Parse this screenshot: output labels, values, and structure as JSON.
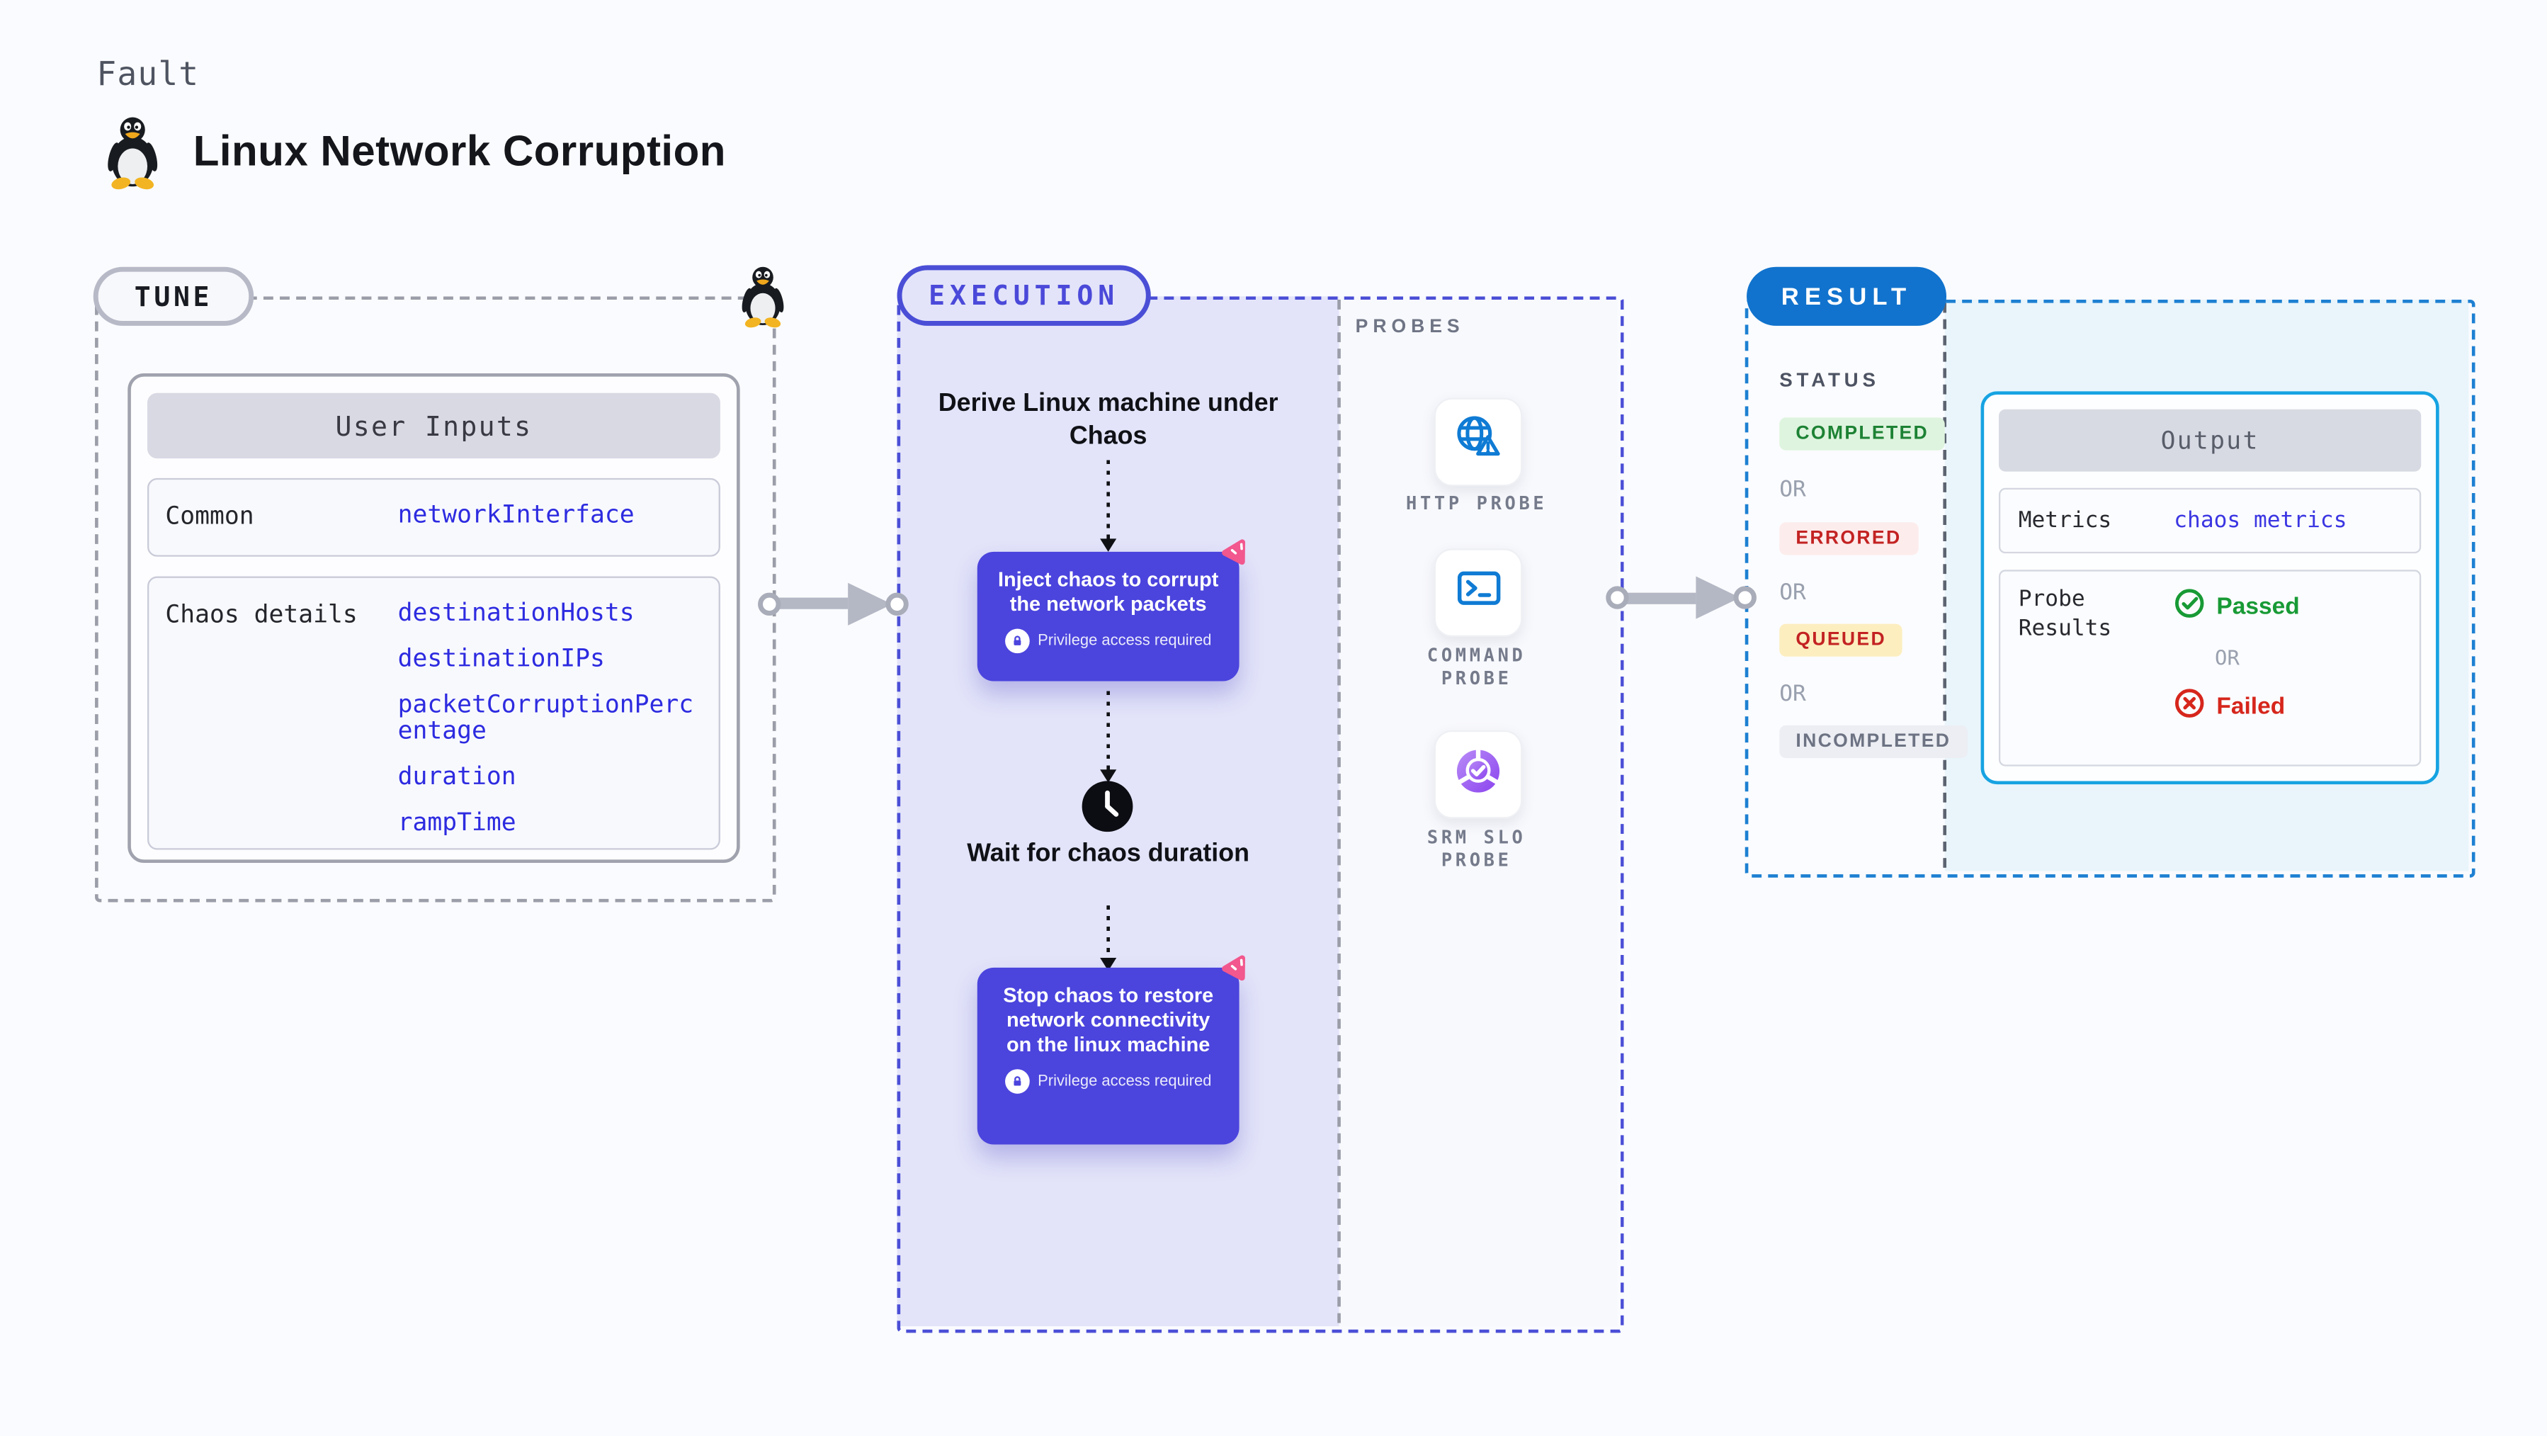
{
  "page": {
    "kicker": "Fault",
    "title": "Linux Network Corruption",
    "title_icon": "linux-tux-icon"
  },
  "colors": {
    "step_card_bg": "#4b44dd",
    "execution_accent": "#4a4ed6",
    "result_accent": "#1173cd",
    "output_border_cyan": "#16a3e2",
    "code_blue": "#2d2be0",
    "metrics_blue": "#3b36e2",
    "passed_green": "#189a35",
    "failed_red": "#d6261c",
    "pink_logo": "#f2578d"
  },
  "tune": {
    "badge": "TUNE",
    "card_title": "User Inputs",
    "rows": [
      {
        "label": "Common",
        "values": [
          "networkInterface"
        ]
      },
      {
        "label": "Chaos details",
        "values": [
          "destinationHosts",
          "destinationIPs",
          "packetCorruptionPercentage",
          "duration",
          "rampTime"
        ]
      }
    ]
  },
  "execution": {
    "badge": "EXECUTION",
    "derive_step": "Derive Linux machine under Chaos",
    "inject_step": "Inject chaos to corrupt the network packets",
    "wait_step": "Wait for chaos duration",
    "stop_step": "Stop chaos to restore network connectivity on the linux machine",
    "privilege_note": "Privilege access required"
  },
  "probes": {
    "heading": "PROBES",
    "items": [
      {
        "label": "HTTP PROBE",
        "icon": "globe-alert-icon"
      },
      {
        "label": "COMMAND PROBE",
        "icon": "terminal-icon"
      },
      {
        "label": "SRM SLO PROBE",
        "icon": "slo-pie-check-icon"
      }
    ]
  },
  "result": {
    "badge": "RESULT",
    "status_heading": "STATUS",
    "or_label": "OR",
    "statuses": [
      {
        "label": "COMPLETED",
        "fg": "#1d8234",
        "bg": "#def4de"
      },
      {
        "label": "ERRORED",
        "fg": "#c32222",
        "bg": "#fdecec"
      },
      {
        "label": "QUEUED",
        "fg": "#c32222",
        "bg": "#fdeec0"
      },
      {
        "label": "INCOMPLETED",
        "fg": "#6d7383",
        "bg": "#eceef3"
      }
    ],
    "output": {
      "title": "Output",
      "metrics_label": "Metrics",
      "metrics_value": "chaos metrics",
      "probe_results_label": "Probe Results",
      "passed_label": "Passed",
      "or_label": "OR",
      "failed_label": "Failed"
    }
  }
}
